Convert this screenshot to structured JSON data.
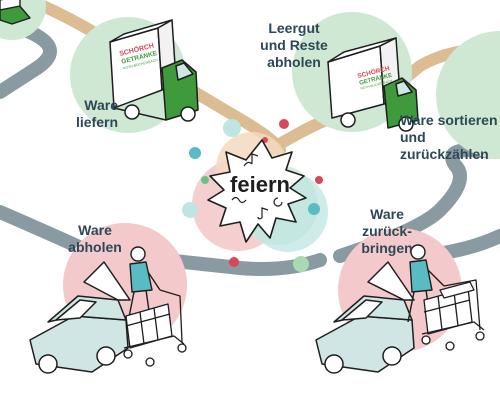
{
  "steps": {
    "deliver": "Ware\nliefern",
    "collect_empties": "Leergut\nund Reste\nabholen",
    "sort_return": "Ware sortieren\nund zurückzählen",
    "party": "feiern",
    "pickup": "Ware\nabholen",
    "bring_back": "Ware\nzurück-\nbringen"
  },
  "truck_brand": {
    "line1": "SCHÖRCH",
    "line2": "GETRÄNKE",
    "line3": "ROTH-BÜCHENBACH"
  },
  "colors": {
    "road_grey": "#8a9aa3",
    "road_tan": "#dcbd93",
    "green_circle": "#cfe8d3",
    "pink_circle": "#f4c9cb",
    "truck_green": "#3f9a3c",
    "outline": "#1e1e1e",
    "van_fill": "#cfe6e4",
    "label_text": "#2c4856",
    "confetti_red": "#d9475a",
    "confetti_green": "#6cc27a",
    "confetti_teal": "#59bcc4"
  }
}
